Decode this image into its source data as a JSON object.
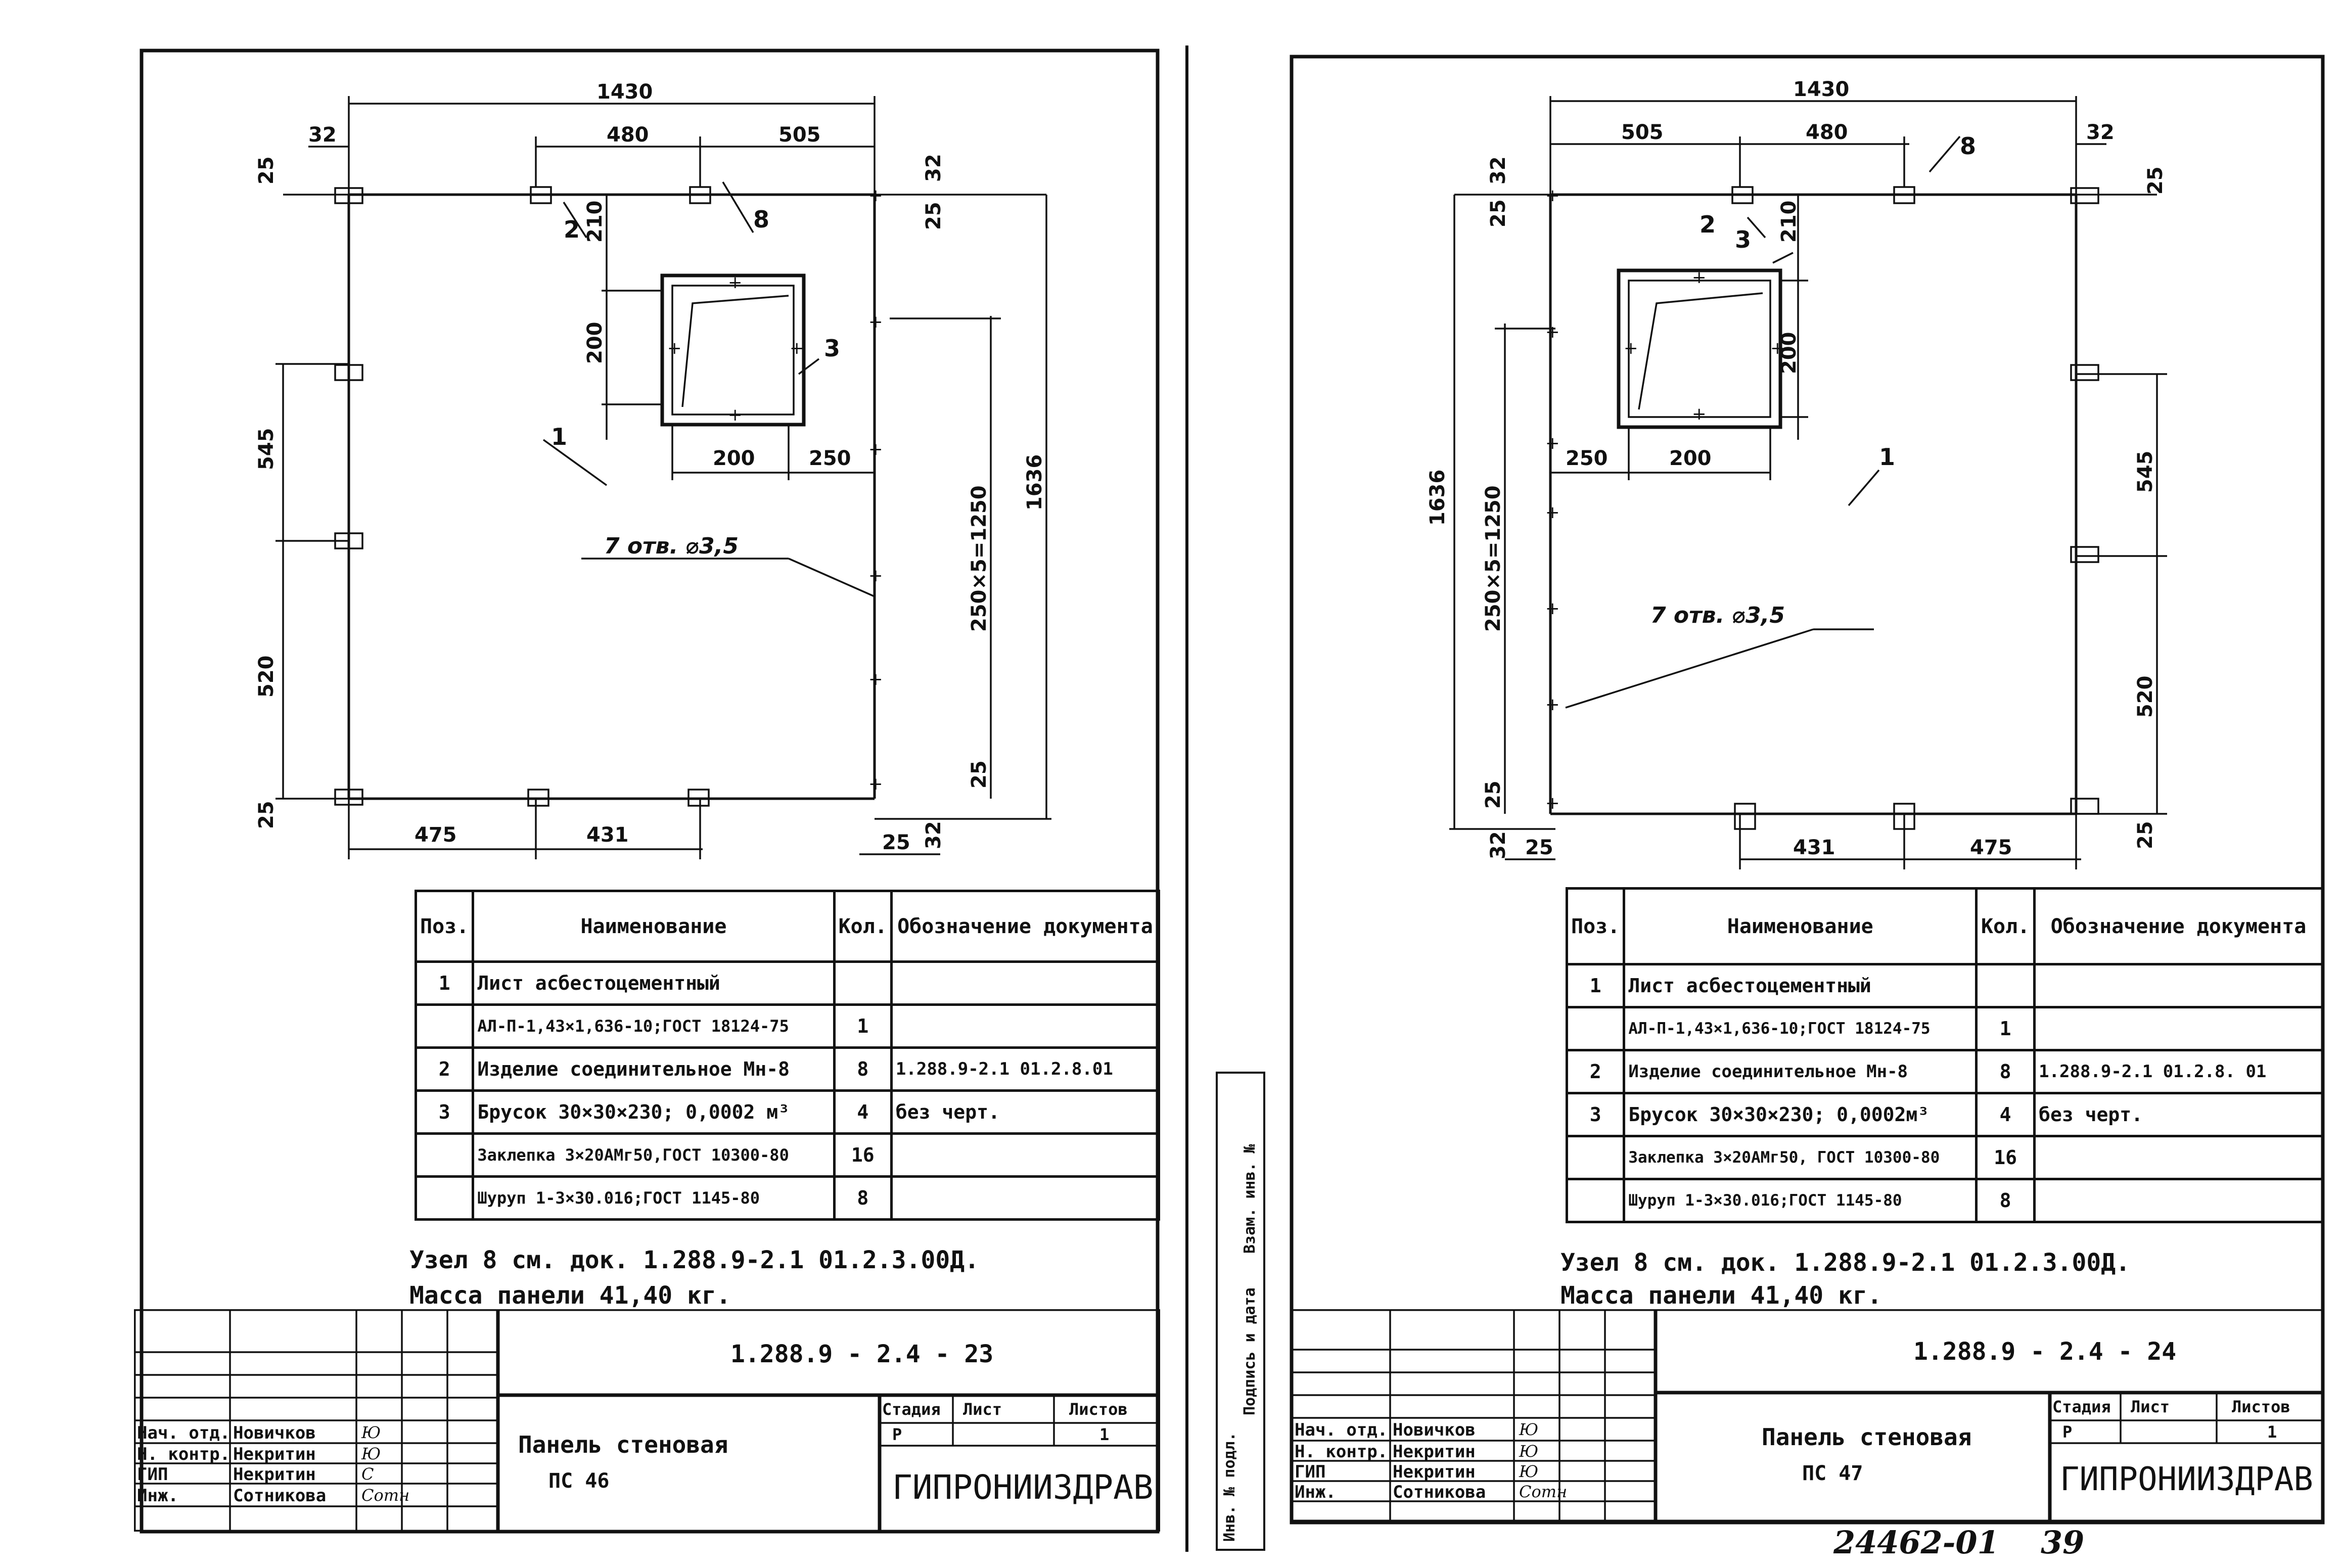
{
  "sheets": [
    {
      "id": "left",
      "dims": {
        "top_total": "1430",
        "top_a": "480",
        "top_b": "505",
        "top_edge": "32",
        "left_top": "25",
        "right_top": "32",
        "right_top2": "25",
        "open_h": "210",
        "open_side": "200",
        "open_w": "200",
        "open_right": "250",
        "left_upper": "545",
        "left_lower": "520",
        "left_bottom": "25",
        "right_span": "250×5=1250",
        "right_total": "1636",
        "right_bottom": "25",
        "bottom_a": "475",
        "bottom_b": "431",
        "bottom_r1": "25",
        "bottom_r2": "32"
      },
      "labels": {
        "p1": "1",
        "p2": "2",
        "p3": "3",
        "p8": "8",
        "holes": "7 отв. ⌀3,5"
      },
      "spec": {
        "headers": {
          "pos": "Поз.",
          "name": "Наименование",
          "qty": "Кол.",
          "doc": "Обозначение документа"
        },
        "rows": [
          {
            "pos": "1",
            "name": "Лист асбестоцементный",
            "qty": "",
            "doc": ""
          },
          {
            "pos": "",
            "name": "АЛ-П-1,43×1,636-10;ГОСТ 18124-75",
            "qty": "1",
            "doc": ""
          },
          {
            "pos": "2",
            "name": "Изделие соединительное Мн-8",
            "qty": "8",
            "doc": "1.288.9-2.1 01.2.8.01"
          },
          {
            "pos": "3",
            "name": "Брусок 30×30×230; 0,0002 м³",
            "qty": "4",
            "doc": "без черт."
          },
          {
            "pos": "",
            "name": "Заклепка 3×20АМг50,ГОСТ 10300-80",
            "qty": "16",
            "doc": ""
          },
          {
            "pos": "",
            "name": "Шуруп 1-3×30.016;ГОСТ 1145-80",
            "qty": "8",
            "doc": ""
          }
        ]
      },
      "notes": {
        "node": "Узел 8 см. док. 1.288.9-2.1 01.2.3.00Д.",
        "mass": "Масса панели  41,40 кг."
      },
      "stamp": {
        "doc_code": "1.288.9 - 2.4 - 23",
        "title": "Панель стеновая",
        "subtitle": "ПС 46",
        "stage_label": "Стадия",
        "sheet_label": "Лист",
        "sheets_label": "Листов",
        "stage": "Р",
        "sheet": "",
        "sheets": "1",
        "org": "ГИПРОНИИЗДРАВ",
        "people": [
          {
            "role": "Нач. отд.",
            "name": "Новичков",
            "sign": "Ю"
          },
          {
            "role": "Н. контр.",
            "name": "Некритин",
            "sign": "Ю"
          },
          {
            "role": "ГИП",
            "name": "Некритин",
            "sign": "С"
          },
          {
            "role": "Инж.",
            "name": "Сотникова",
            "sign": "Сотн"
          }
        ]
      }
    },
    {
      "id": "right",
      "dims": {
        "top_total": "1430",
        "top_a": "505",
        "top_b": "480",
        "top_edge": "32",
        "left_top": "25",
        "left_top2": "32",
        "right_top": "25",
        "open_h": "210",
        "open_side": "200",
        "open_w": "200",
        "open_left": "250",
        "right_upper": "545",
        "right_lower": "520",
        "right_bottom": "25",
        "left_span": "250×5=1250",
        "left_total": "1636",
        "left_bottom": "25",
        "bottom_a": "431",
        "bottom_b": "475",
        "bottom_l1": "25",
        "bottom_l2": "32"
      },
      "labels": {
        "p1": "1",
        "p2": "2",
        "p3": "3",
        "p8": "8",
        "holes": "7 отв. ⌀3,5"
      },
      "spec": {
        "headers": {
          "pos": "Поз.",
          "name": "Наименование",
          "qty": "Кол.",
          "doc": "Обозначение документа"
        },
        "rows": [
          {
            "pos": "1",
            "name": "Лист асбестоцементный",
            "qty": "",
            "doc": ""
          },
          {
            "pos": "",
            "name": "АЛ-П-1,43×1,636-10;ГОСТ 18124-75",
            "qty": "1",
            "doc": ""
          },
          {
            "pos": "2",
            "name": "Изделие соединительное Мн-8",
            "qty": "8",
            "doc": "1.288.9-2.1 01.2.8. 01"
          },
          {
            "pos": "3",
            "name": "Брусок 30×30×230; 0,0002м³",
            "qty": "4",
            "doc": "без черт."
          },
          {
            "pos": "",
            "name": "Заклепка 3×20АМг50, ГОСТ 10300-80",
            "qty": "16",
            "doc": ""
          },
          {
            "pos": "",
            "name": "Шуруп 1-3×30.016;ГОСТ 1145-80",
            "qty": "8",
            "doc": ""
          }
        ]
      },
      "notes": {
        "node": "Узел 8 см. док. 1.288.9-2.1 01.2.3.00Д.",
        "mass": "Масса панели  41,40 кг."
      },
      "stamp": {
        "doc_code": "1.288.9 - 2.4 - 24",
        "title": "Панель стеновая",
        "subtitle": "ПС 47",
        "stage_label": "Стадия",
        "sheet_label": "Лист",
        "sheets_label": "Листов",
        "stage": "Р",
        "sheet": "",
        "sheets": "1",
        "org": "ГИПРОНИИЗДРАВ",
        "people": [
          {
            "role": "Нач. отд.",
            "name": "Новичков",
            "sign": "Ю"
          },
          {
            "role": "Н. контр.",
            "name": "Некритин",
            "sign": "Ю"
          },
          {
            "role": "ГИП",
            "name": "Некритин",
            "sign": "Ю"
          },
          {
            "role": "Инж.",
            "name": "Сотникова",
            "sign": "Сотн"
          }
        ]
      }
    }
  ],
  "side_strip": {
    "inv_orig": "Инв. № подл.",
    "sign_date": "Подпись и дата",
    "inv_repl": "Взам. инв. №"
  },
  "footer": {
    "album": "24462-01",
    "page": "39"
  }
}
